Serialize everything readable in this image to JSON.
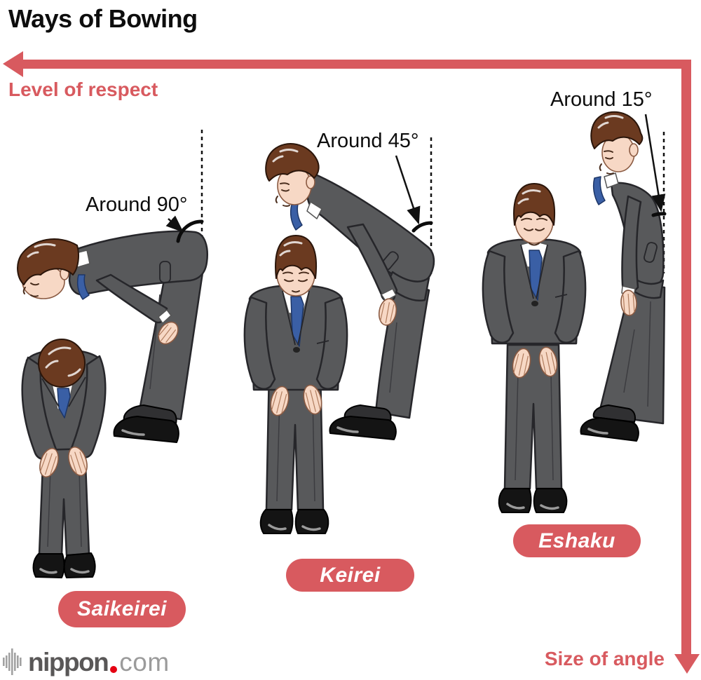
{
  "title": "Ways of Bowing",
  "axes": {
    "respect": "Level of respect",
    "angle": "Size of angle"
  },
  "bows": [
    {
      "name": "Saikeirei",
      "angle_label": "Around 90°"
    },
    {
      "name": "Keirei",
      "angle_label": "Around 45°"
    },
    {
      "name": "Eshaku",
      "angle_label": "Around 15°"
    }
  ],
  "brand": {
    "name_bold": "nippon",
    "dot": ".",
    "name_light": "com"
  },
  "colors": {
    "accent_red": "#d85a5f",
    "suit_gray": "#58595b",
    "hair_brown": "#6b3a20",
    "skin": "#f7d8c5",
    "tie_blue": "#3a5fa5",
    "brand_gray": "#595757",
    "brand_light_gray": "#9b9b9b",
    "brand_dot_red": "#e50012"
  },
  "icons": {
    "respect_axis": "arrow-left-icon",
    "angle_axis": "arrow-down-icon",
    "brand_mark": "soundwave-bars-icon"
  }
}
